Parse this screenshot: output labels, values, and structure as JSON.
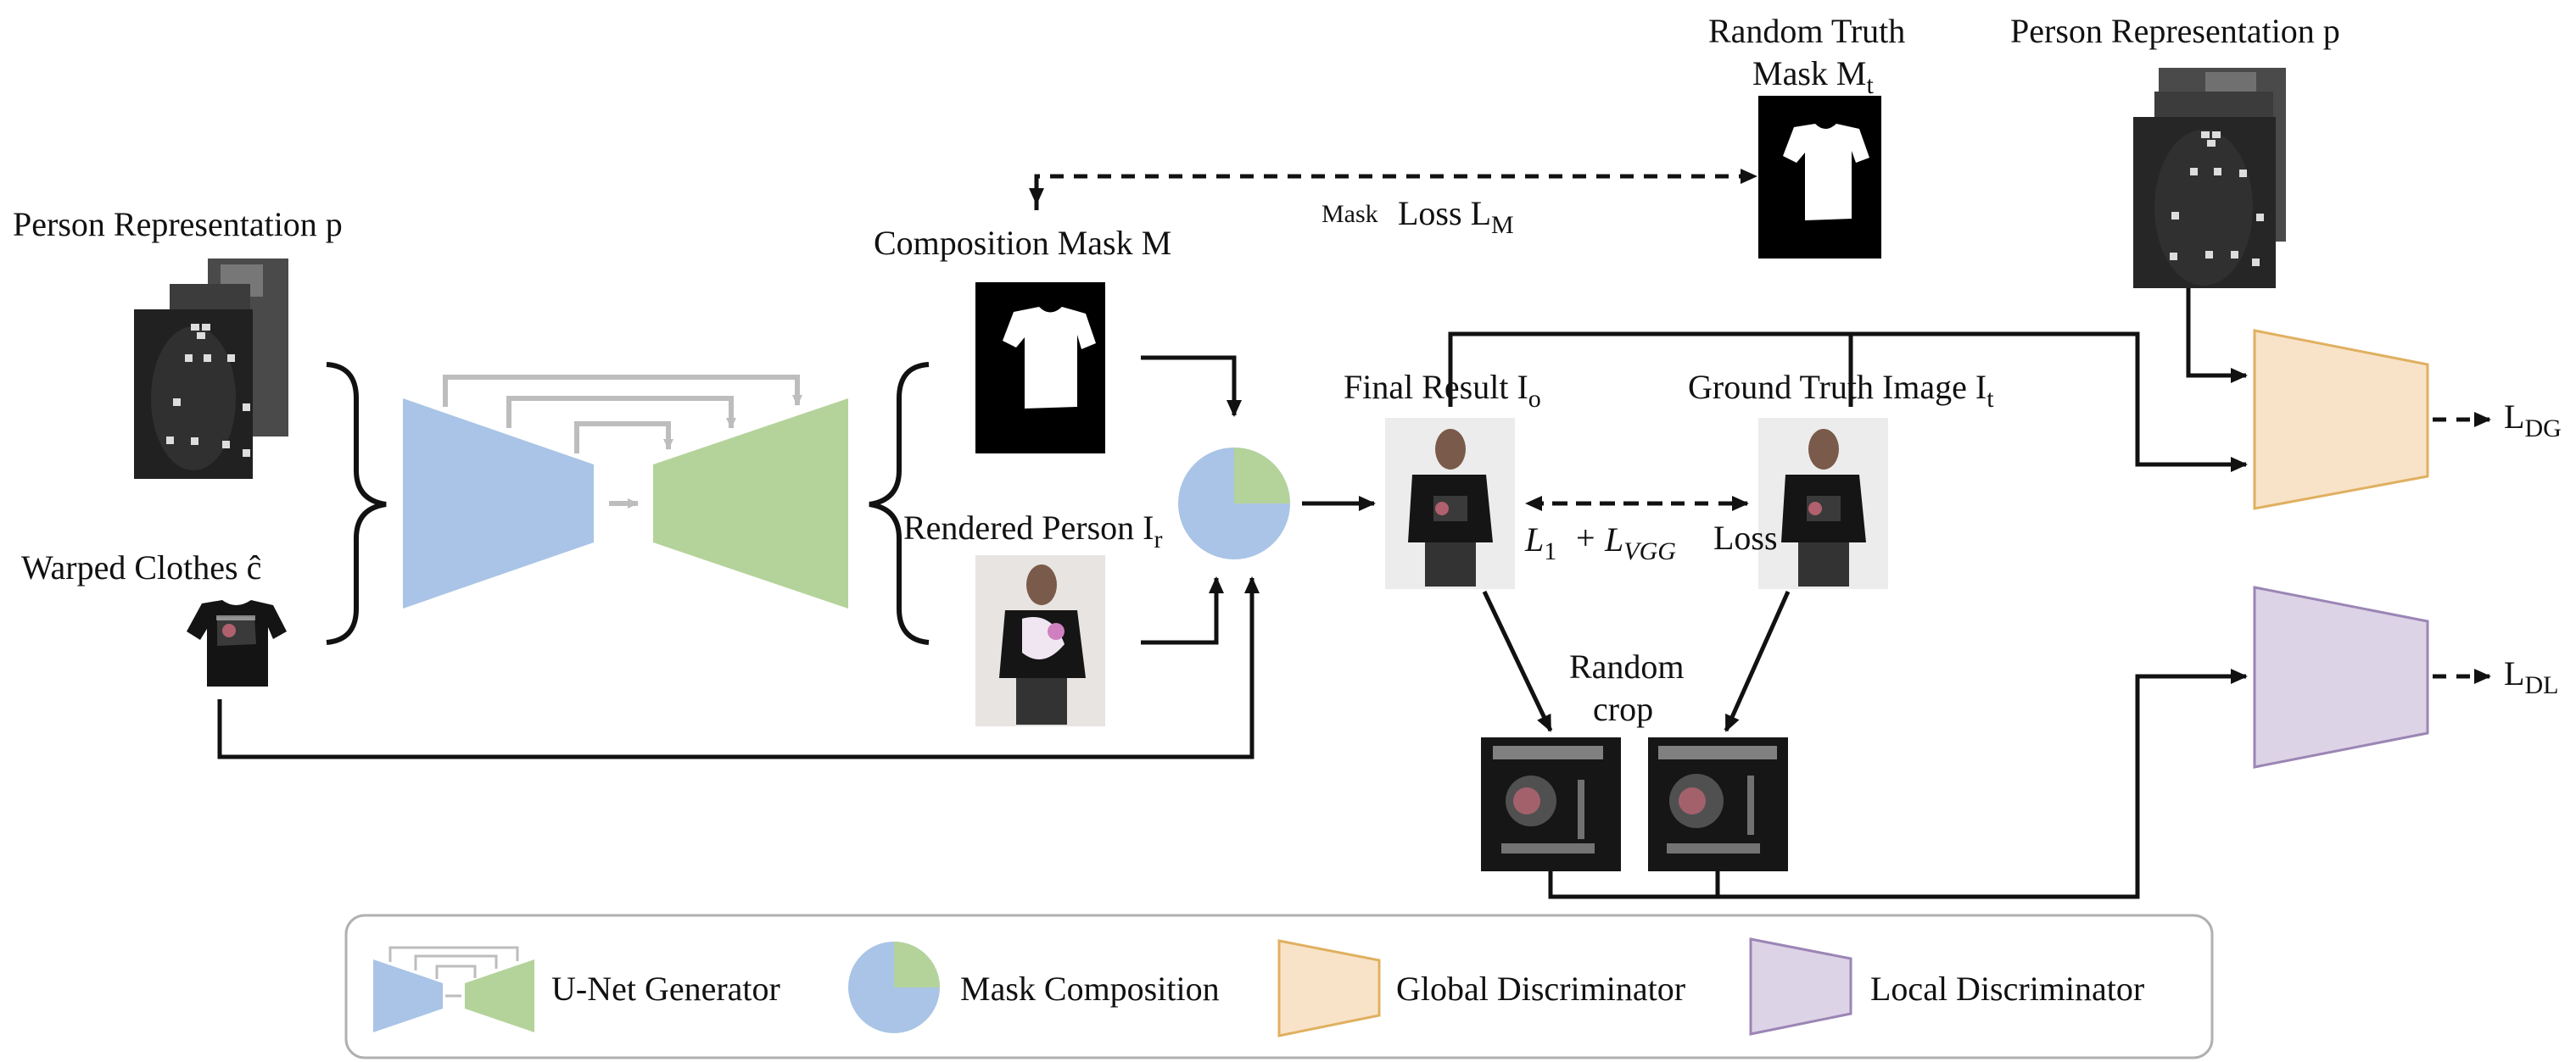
{
  "labels": {
    "person_rep_left": "Person Representation p",
    "warped_clothes": "Warped Clothes ĉ",
    "composition_mask": "Composition Mask M",
    "rendered_person": "Rendered Person I",
    "rendered_person_sub": "r",
    "mask_loss": "Loss L",
    "mask_loss_prefix": "Mask",
    "mask_loss_sub": "M",
    "random_truth_1": "Random Truth",
    "random_truth_2": "Mask M",
    "random_truth_sub": "t",
    "person_rep_right": "Person Representation p",
    "final_result": "Final Result I",
    "final_result_sub": "o",
    "ground_truth": "Ground Truth Image I",
    "ground_truth_sub": "t",
    "l1_loss": "L",
    "l1_sub": "1",
    "plus": "+",
    "lvgg": "L",
    "lvgg_sub": "VGG",
    "loss_word": "Loss",
    "random_crop_1": "Random",
    "random_crop_2": "crop",
    "ldg": "L",
    "ldg_sub": "DG",
    "ldl": "L",
    "ldl_sub": "DL"
  },
  "legend": {
    "unet": "U-Net Generator",
    "mask_comp": "Mask Composition",
    "global_disc": "Global Discriminator",
    "local_disc": "Local Discriminator"
  },
  "colors": {
    "encoder_blue": "#a9c4e6",
    "decoder_green": "#b4d39a",
    "global_fill": "#f8e3c8",
    "global_stroke": "#e0b060",
    "local_fill": "#ddd3e6",
    "local_stroke": "#9b85b5",
    "skip_gray": "#bdbdbd"
  },
  "mask_composition_fraction_green": 0.25
}
